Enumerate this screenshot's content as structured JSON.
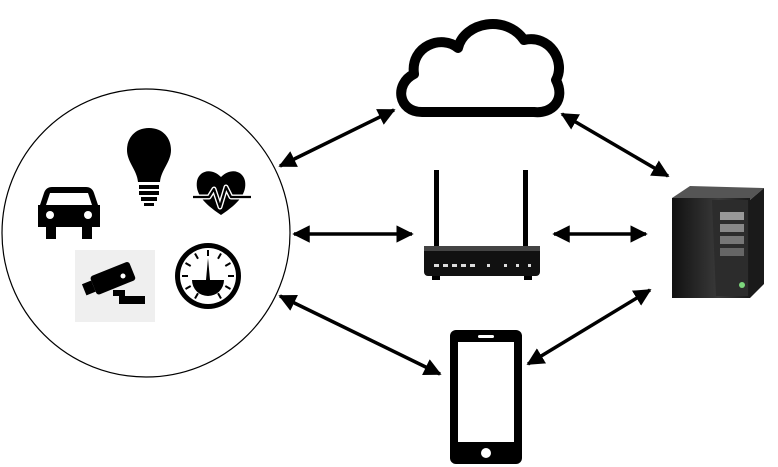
{
  "diagram": {
    "nodes": [
      {
        "id": "devices",
        "icons": [
          "car-icon",
          "lightbulb-icon",
          "heart-rate-icon",
          "security-camera-icon",
          "gauge-icon"
        ]
      },
      {
        "id": "cloud",
        "icon": "cloud-icon"
      },
      {
        "id": "router",
        "icon": "wifi-router-icon"
      },
      {
        "id": "server",
        "icon": "server-tower-icon"
      },
      {
        "id": "phone",
        "icon": "smartphone-icon"
      }
    ],
    "connections": [
      {
        "from": "devices",
        "to": "cloud",
        "bidirectional": true
      },
      {
        "from": "devices",
        "to": "router",
        "bidirectional": true
      },
      {
        "from": "devices",
        "to": "phone",
        "bidirectional": true
      },
      {
        "from": "router",
        "to": "server",
        "bidirectional": true
      },
      {
        "from": "cloud",
        "to": "server",
        "bidirectional": true
      },
      {
        "from": "phone",
        "to": "server",
        "bidirectional": true
      }
    ],
    "colors": {
      "stroke": "#000000",
      "background": "#ffffff",
      "server_body": "#2a2a2a",
      "camera_tile": "#efefef"
    }
  }
}
